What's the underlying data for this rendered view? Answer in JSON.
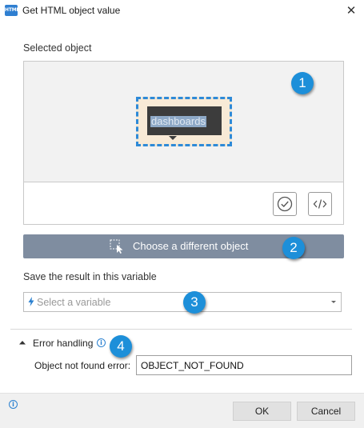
{
  "window": {
    "app_icon_text": "HTML",
    "title": "Get HTML object value",
    "close_glyph": "✕"
  },
  "selected_object": {
    "label": "Selected object",
    "preview_text": "dashboards",
    "icons": [
      "check-circle-icon",
      "code-icon"
    ]
  },
  "choose_button": {
    "label": "Choose a different object",
    "icon": "pick-element-icon"
  },
  "variable": {
    "label": "Save the result in this variable",
    "placeholder": "Select a variable",
    "icon": "lightning-bolt-icon"
  },
  "error_handling": {
    "label": "Error handling",
    "expanded": true,
    "object_not_found_label": "Object not found error:",
    "object_not_found_value": "OBJECT_NOT_FOUND"
  },
  "footer": {
    "ok_label": "OK",
    "cancel_label": "Cancel"
  },
  "callouts": [
    "1",
    "2",
    "3",
    "4"
  ],
  "colors": {
    "accent_blue": "#1d8fd9",
    "choose_button_bg": "#7f8da0",
    "selection_border": "#2e8ad8",
    "preview_bg": "#f2f2f2"
  }
}
